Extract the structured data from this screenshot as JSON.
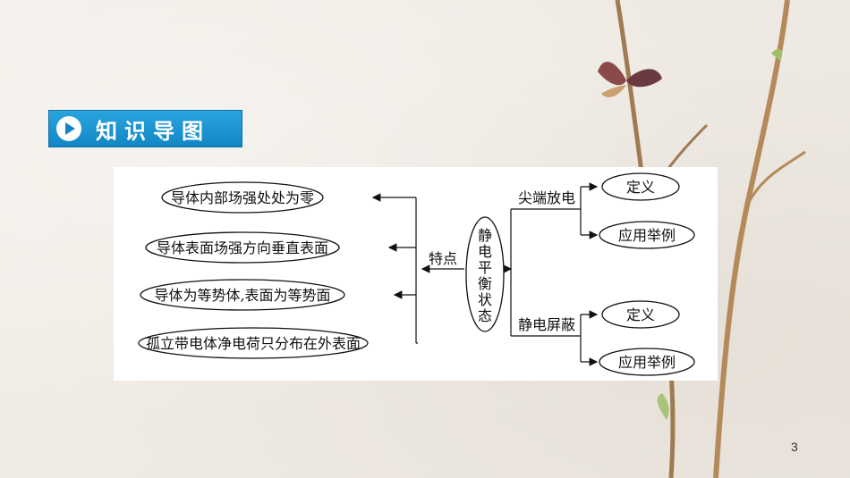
{
  "header": {
    "title": "知识导图"
  },
  "diagram": {
    "center": [
      "静",
      "电",
      "平",
      "衡",
      "状",
      "态"
    ],
    "feature_label": "特点",
    "features": [
      "导体内部场强处处为零",
      "导体表面场强方向垂直表面",
      "导体为等势体,表面为等势面",
      "孤立带电体净电荷只分布在外表面"
    ],
    "branches": [
      {
        "label": "尖端放电",
        "children": [
          "定义",
          "应用举例"
        ]
      },
      {
        "label": "静电屏蔽",
        "children": [
          "定义",
          "应用举例"
        ]
      }
    ]
  },
  "page_number": "3",
  "colors": {
    "header_blue": "#1a94d2",
    "line": "#111111"
  }
}
